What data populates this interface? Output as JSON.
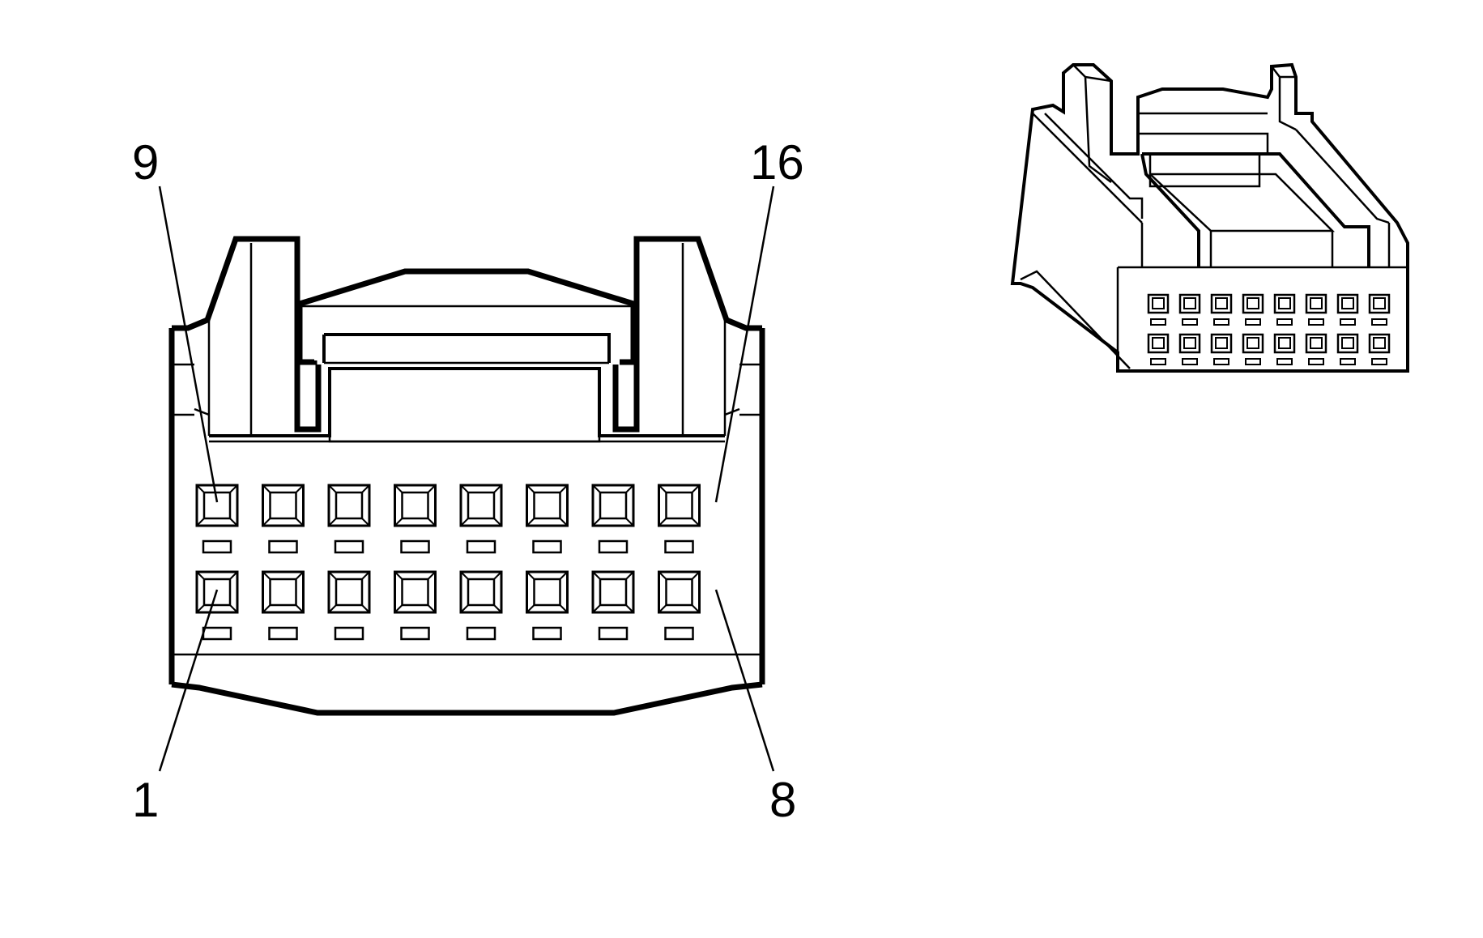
{
  "diagram": {
    "front_view": {
      "pin_labels": {
        "top_left": "9",
        "top_right": "16",
        "bottom_left": "1",
        "bottom_right": "8"
      },
      "rows": 2,
      "pins_per_row": 8
    },
    "iso_view": {
      "rows": 2,
      "pins_per_row": 8
    }
  }
}
